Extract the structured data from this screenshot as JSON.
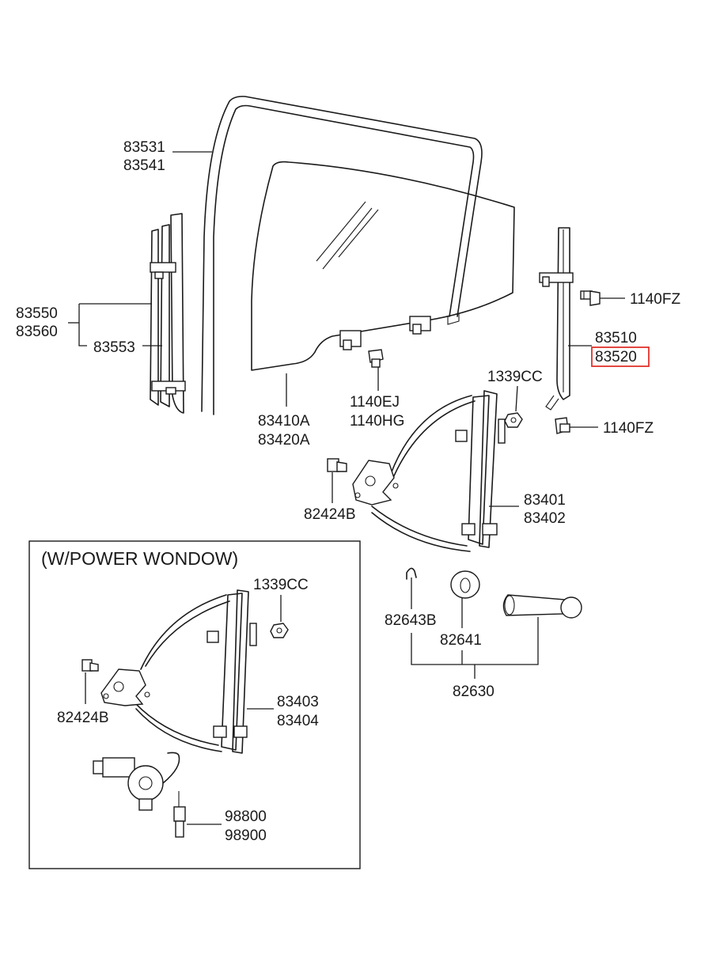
{
  "labels": {
    "p83531": "83531",
    "p83541": "83541",
    "p83550": "83550",
    "p83560": "83560",
    "p83553": "83553",
    "p83410A": "83410A",
    "p83420A": "83420A",
    "p1140EJ": "1140EJ",
    "p1140HG": "1140HG",
    "p1140FZ_top": "1140FZ",
    "p1140FZ_bottom": "1140FZ",
    "p83510": "83510",
    "p83520": "83520",
    "p1339CC_main": "1339CC",
    "p82424B_main": "82424B",
    "p83401": "83401",
    "p83402": "83402",
    "p82643B": "82643B",
    "p82641": "82641",
    "p82630": "82630"
  },
  "inset": {
    "title": "(W/POWER WONDOW)",
    "p1339CC": "1339CC",
    "p82424B": "82424B",
    "p83403": "83403",
    "p83404": "83404",
    "p98800": "98800",
    "p98900": "98900"
  },
  "highlight": {
    "target": "83520",
    "color": "#e0332b"
  }
}
